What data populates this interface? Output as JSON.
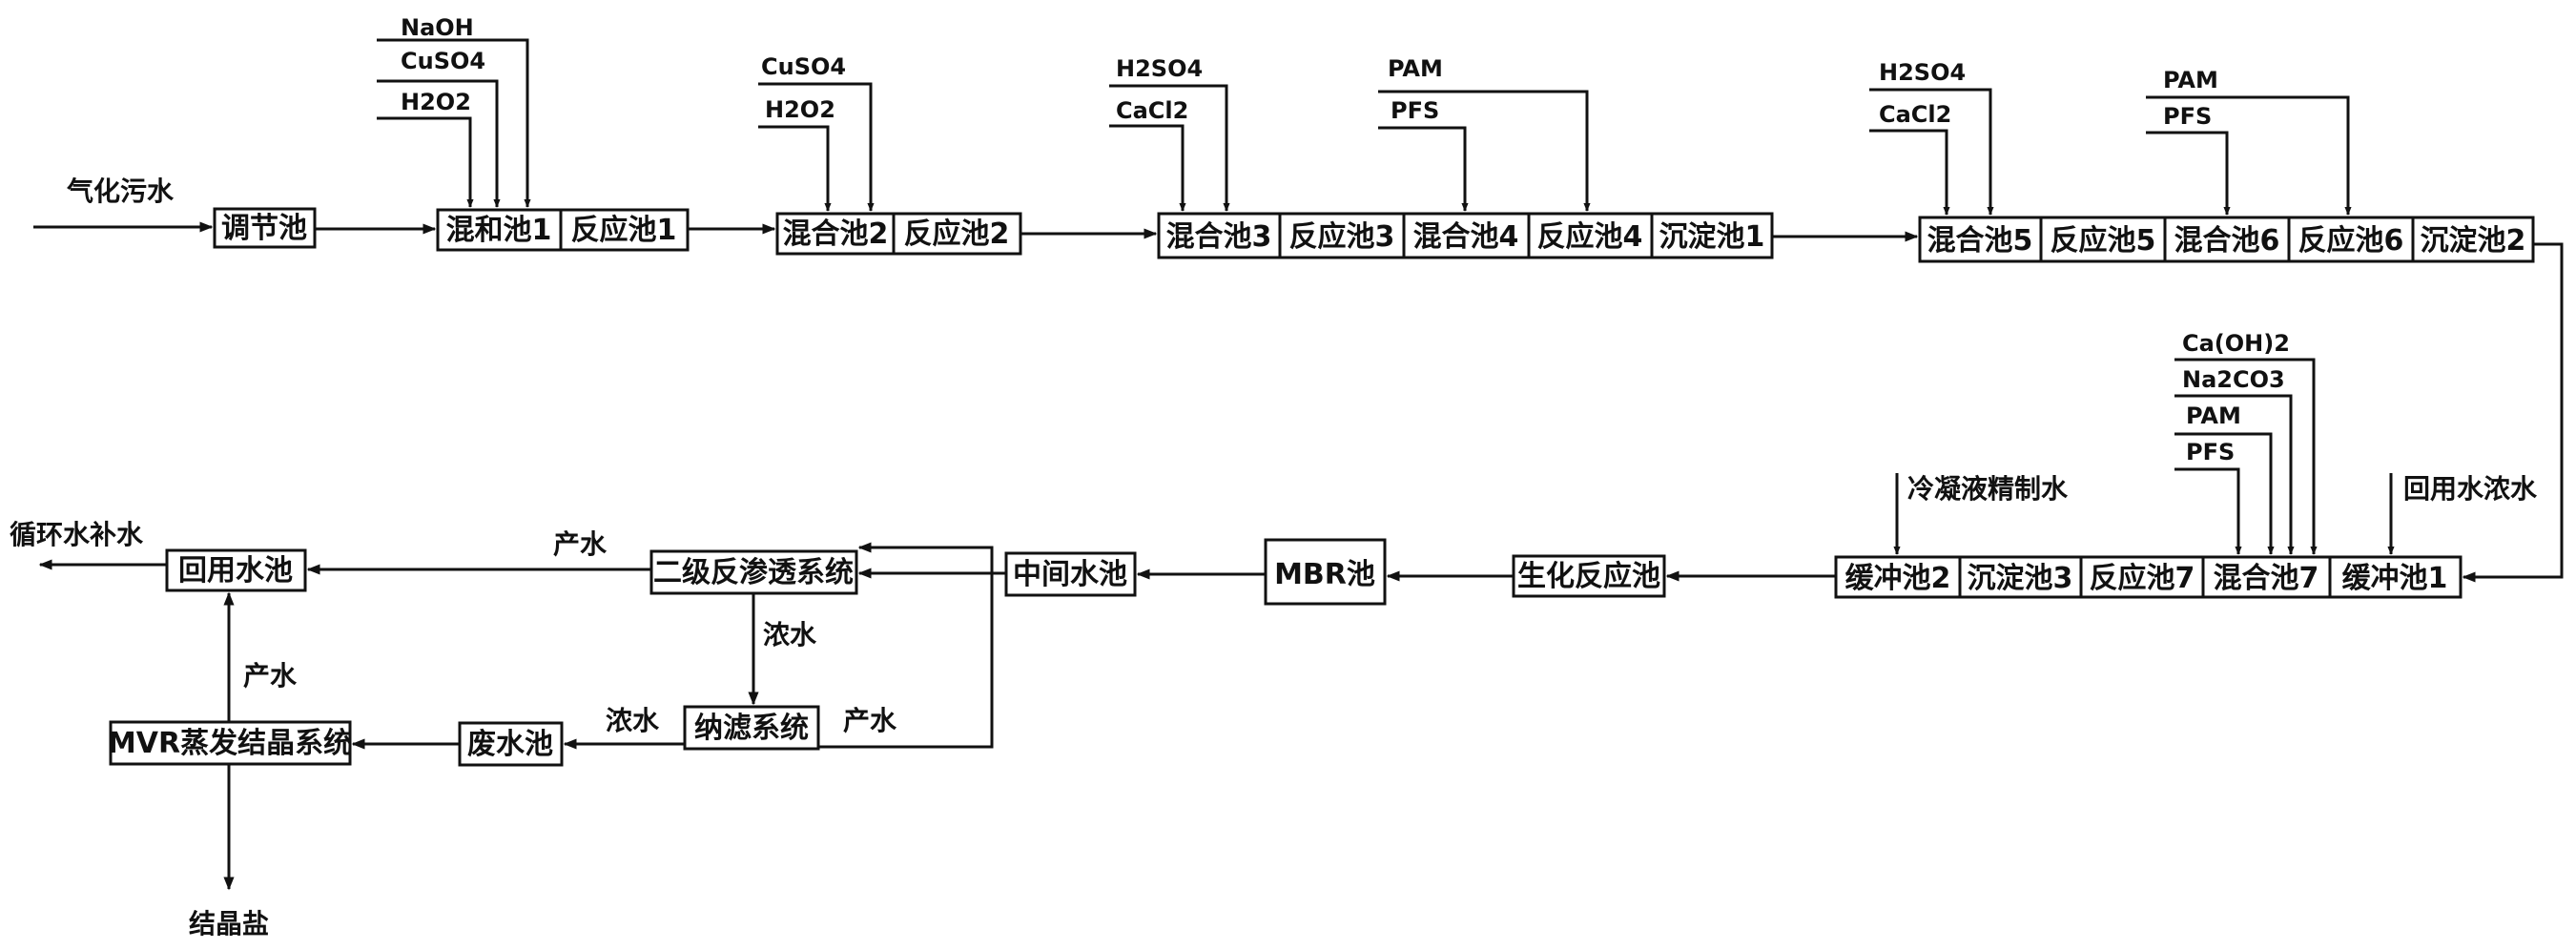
{
  "diagram": {
    "inlet_label": "气化污水",
    "row1": {
      "tiao_jie_chi": "调节池",
      "unit1": [
        "混和池1",
        "反应池1"
      ],
      "unit2": [
        "混合池2",
        "反应池2"
      ],
      "unit3": [
        "混合池3",
        "反应池3",
        "混合池4",
        "反应池4",
        "沉淀池1"
      ],
      "unit4": [
        "混合池5",
        "反应池5",
        "混合池6",
        "反应池6",
        "沉淀池2"
      ]
    },
    "chemicals": {
      "unit1": [
        "NaOH",
        "CuSO4",
        "H2O2"
      ],
      "unit2": [
        "CuSO4",
        "H2O2"
      ],
      "unit3a": [
        "H2SO4",
        "CaCl2"
      ],
      "unit3b": [
        "PAM",
        "PFS"
      ],
      "unit4a": [
        "H2SO4",
        "CaCl2"
      ],
      "unit4b": [
        "PAM",
        "PFS"
      ],
      "unit5": [
        "Ca(OH)2",
        "Na2CO3",
        "PAM",
        "PFS"
      ]
    },
    "row2": {
      "unit5": [
        "缓冲池2",
        "沉淀池3",
        "反应池7",
        "混合池7",
        "缓冲池1"
      ],
      "condensate_label": "冷凝液精制水",
      "reuse_conc_label": "回用水浓水",
      "bio_reactor": "生化反应池",
      "mbr": "MBR池",
      "intermediate_pool": "中间水池",
      "ro_system": "二级反渗透系统",
      "reuse_pool": "回用水池",
      "makeup_label": "循环水补水",
      "product_water_label": "产水"
    },
    "row3": {
      "conc_label_ro": "浓水",
      "nf_system": "纳滤系统",
      "nf_product_label": "产水",
      "nf_conc_label": "浓水",
      "wastewater_pool": "废水池",
      "mvr_system": "MVR蒸发结晶系统",
      "mvr_product_label": "产水",
      "salt_label": "结晶盐"
    }
  }
}
